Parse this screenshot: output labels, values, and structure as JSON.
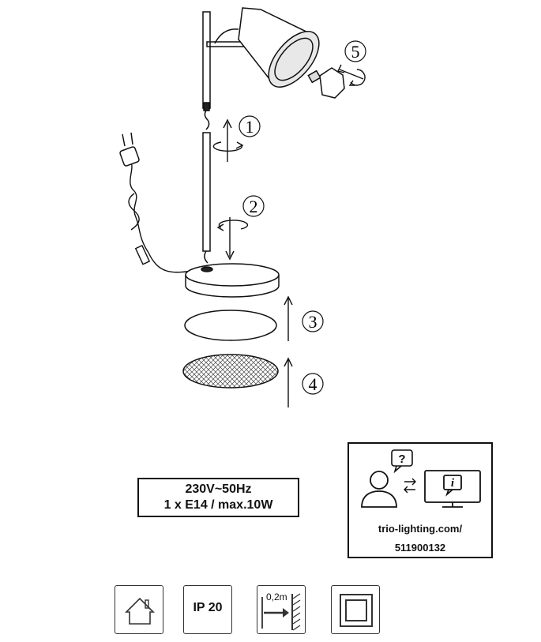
{
  "steps": [
    "1",
    "2",
    "3",
    "4",
    "5"
  ],
  "spec": {
    "voltage": "230V~50Hz",
    "bulb": "1 x E14 / max.10W"
  },
  "support": {
    "url": "trio-lighting.com/",
    "article": "511900132",
    "question_glyph": "?",
    "info_glyph": "i"
  },
  "symbols": {
    "indoor_icon": "house-icon",
    "ip_label": "IP 20",
    "distance_label": "0,2m",
    "class_icon": "double-square-icon"
  }
}
